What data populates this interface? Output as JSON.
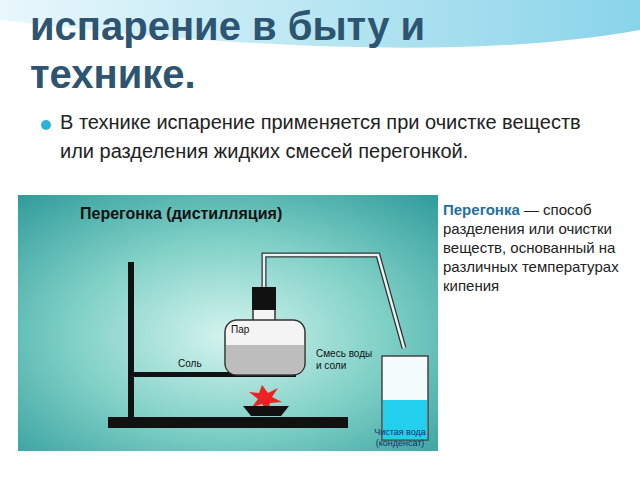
{
  "diagram": {
    "title": "испарение в быту и технике.",
    "labels": [
      "В технике испарение применяется при очистке веществ или разделения жидких смесей перегонкой.",
      "Перегонка (дистилляция)",
      "Пар",
      "Соль",
      "Смесь воды и соли",
      "Чистая вода (конденсат)",
      "Перегонка",
      "— способ разделения или очистки веществ, основанный на различных температурах кипения"
    ]
  }
}
